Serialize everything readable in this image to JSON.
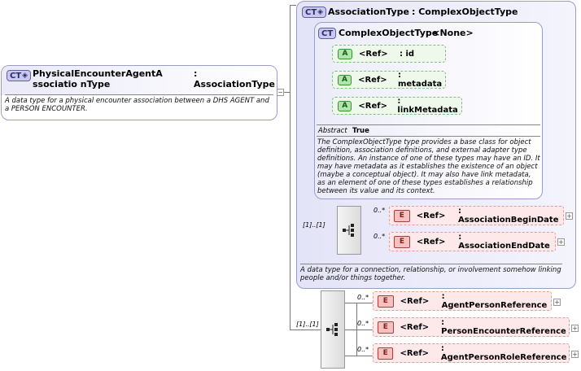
{
  "root": {
    "badge": "CT",
    "name": "PhysicalEncounterAgentAssociatio nType",
    "type": ": AssociationType",
    "doc": "A data type for a physical encounter association between a DHS AGENT and a PERSON ENCOUNTER."
  },
  "base": {
    "badge": "CT",
    "name": "AssociationType",
    "type": ": ComplexObjectType",
    "doc": "A data type for a connection, relationship, or involvement somehow linking people and/or things together."
  },
  "inner": {
    "badge": "CT",
    "name": "ComplexObjectType",
    "type": ": <None>",
    "attributes": [
      {
        "badge": "A",
        "ref": "<Ref>",
        "name": ": id"
      },
      {
        "badge": "A",
        "ref": "<Ref>",
        "name": ": metadata"
      },
      {
        "badge": "A",
        "ref": "<Ref>",
        "name": ": linkMetadata"
      }
    ],
    "abstract_label": "Abstract",
    "abstract_value": "True",
    "doc": "The ComplexObjectType type provides a base class for object definition, association definitions, and external adapter type definitions. An instance of one of these types may have an ID. It may have metadata as it establishes the existence of an object (maybe a conceptual object). It may also have link metadata, as an element of one of these types establishes a relationship between its value and its context."
  },
  "base_sequence": {
    "multiplicity": "[1]..[1]",
    "elements": [
      {
        "badge": "E",
        "ref": "<Ref>",
        "name": ": AssociationBeginDate",
        "multiplicity": "0..*"
      },
      {
        "badge": "E",
        "ref": "<Ref>",
        "name": ": AssociationEndDate",
        "multiplicity": "0..*"
      }
    ]
  },
  "root_sequence": {
    "multiplicity": "[1]..[1]",
    "elements": [
      {
        "badge": "E",
        "ref": "<Ref>",
        "name": ": AgentPersonReference",
        "multiplicity": "0..*"
      },
      {
        "badge": "E",
        "ref": "<Ref>",
        "name": ": PersonEncounterReference",
        "multiplicity": "0..*"
      },
      {
        "badge": "E",
        "ref": "<Ref>",
        "name": ": AgentPersonRoleReference",
        "multiplicity": "0..*"
      }
    ]
  }
}
